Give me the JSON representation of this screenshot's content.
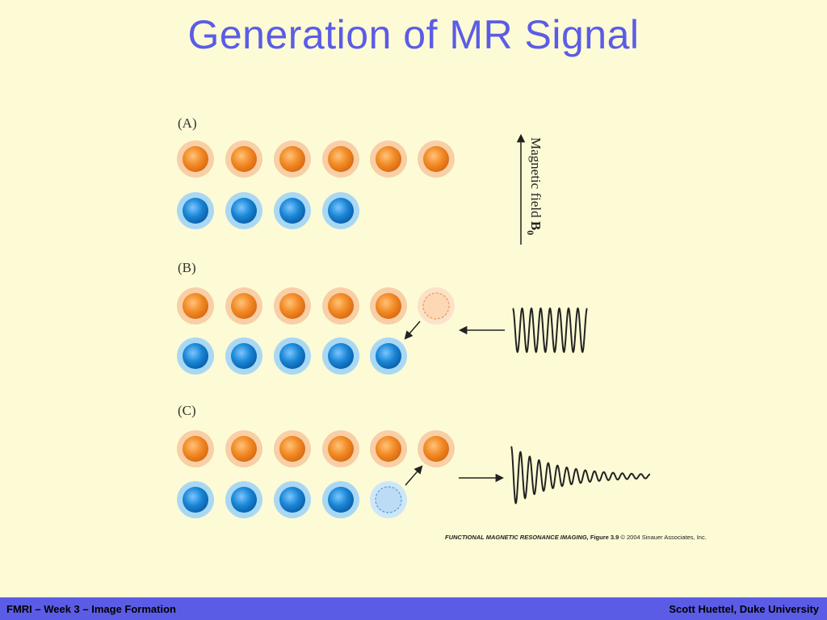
{
  "title": "Generation of MR Signal",
  "figure": {
    "panels": [
      {
        "label": "(A)",
        "orange_count": 6,
        "blue_count": 4
      },
      {
        "label": "(B)",
        "orange_count": 5,
        "blue_count": 5,
        "faded_orange_count": 1
      },
      {
        "label": "(C)",
        "orange_count": 6,
        "blue_count": 4,
        "faded_blue_count": 1
      }
    ],
    "field_label_main": "Magnetic field ",
    "field_label_symbol": "B",
    "field_label_subscript": "0",
    "credit": {
      "book": "FUNCTIONAL MAGNETIC RESONANCE IMAGING,",
      "figure": " Figure 3.9",
      "copyright": "  © 2004 Sinauer Associates, Inc."
    },
    "colors": {
      "orange": "#f28a25",
      "blue": "#1a86d6"
    }
  },
  "footer": {
    "left": "FMRI – Week 3 – Image Formation",
    "right": "Scott Huettel, Duke University"
  }
}
